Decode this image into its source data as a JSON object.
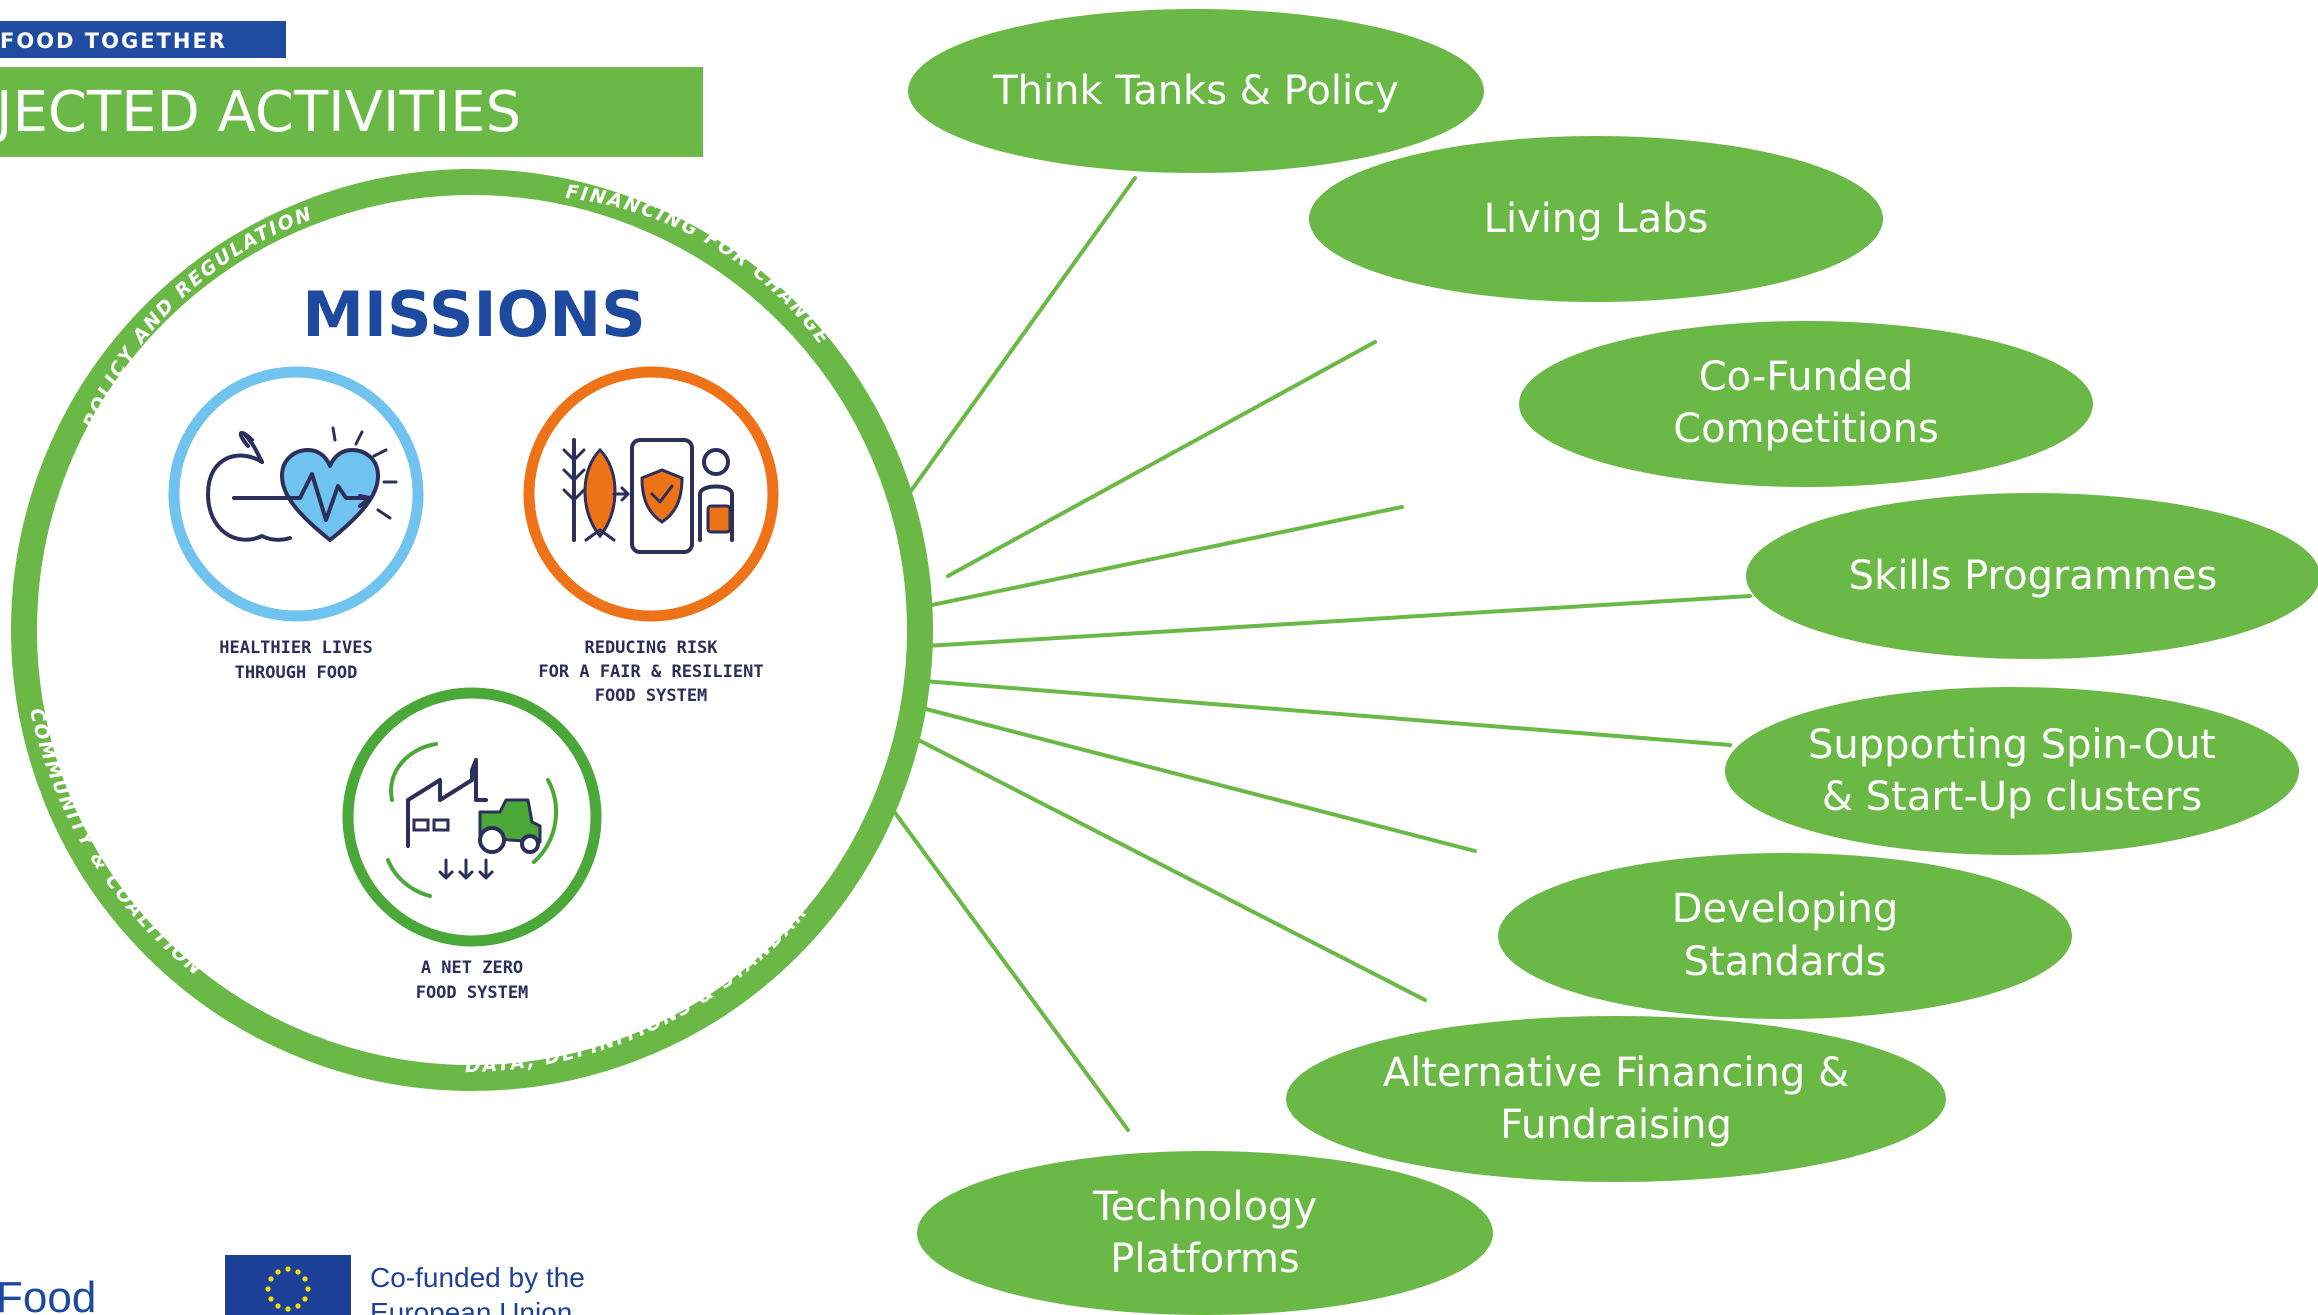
{
  "header": {
    "tag": "FOOD TOGETHER",
    "title": "JECTED ACTIVITIES"
  },
  "missions": {
    "heading": "MISSIONS",
    "items": [
      {
        "lines": [
          "HEALTHIER LIVES",
          "THROUGH FOOD"
        ],
        "ring_color": "#6fc3ee",
        "icon": "apple-heart-icon"
      },
      {
        "lines": [
          "REDUCING RISK",
          "FOR A FAIR & RESILIENT",
          "FOOD SYSTEM"
        ],
        "ring_color": "#ee7218",
        "icon": "food-phone-shield-icon"
      },
      {
        "lines": [
          "A NET ZERO",
          "FOOD SYSTEM"
        ],
        "ring_color": "#4aa838",
        "icon": "factory-tractor-icon"
      }
    ],
    "ring_labels": {
      "top_left": "POLICY AND REGULATION",
      "top_right": "FINANCING FOR CHANGE",
      "bottom_right": "DATA, DEFINITIONS & STANDARDS",
      "bottom_left": "COMMUNITY & COALITIONS"
    }
  },
  "activities": [
    {
      "lines": [
        "Think Tanks & Policy"
      ]
    },
    {
      "lines": [
        "Living Labs"
      ]
    },
    {
      "lines": [
        "Co-Funded",
        "Competitions"
      ]
    },
    {
      "lines": [
        "Skills Programmes"
      ]
    },
    {
      "lines": [
        "Supporting Spin-Out",
        "& Start-Up clusters"
      ]
    },
    {
      "lines": [
        "Developing",
        "Standards"
      ]
    },
    {
      "lines": [
        "Alternative Financing &",
        "Fundraising"
      ]
    },
    {
      "lines": [
        "Technology",
        "Platforms"
      ]
    }
  ],
  "footer": {
    "logo_text": "Food",
    "eu_lines": [
      "Co-funded by the",
      "European Union"
    ]
  },
  "colors": {
    "green": "#6ab845",
    "navy_bar": "#1f4ba0",
    "missions_text": "#1d4a9e",
    "caption_text": "#2b2f5a",
    "eu_blue": "#1d4199",
    "eu_star": "#ffdd00"
  }
}
